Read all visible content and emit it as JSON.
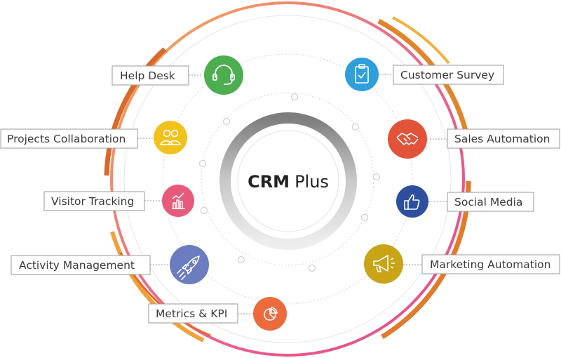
{
  "center": {
    "title_bold": "CRM",
    "title_rest": "Plus"
  },
  "colors": {
    "ring_pink": "#e8609a",
    "ring_orange": "#f2a33a",
    "ring_dark_orange": "#d9692a",
    "dotted": "#cfcfcf",
    "hub_gray": "#9c9c9c",
    "label_border": "#9a9a9a"
  },
  "features": [
    {
      "name": "help-desk",
      "label": "Help Desk",
      "icon": "headset-icon",
      "color": "#4cae4f"
    },
    {
      "name": "customer-survey",
      "label": "Customer Survey",
      "icon": "clipboard-check-icon",
      "color": "#2f9fdc"
    },
    {
      "name": "projects-collaboration",
      "label": "Projects Collaboration",
      "icon": "people-icon",
      "color": "#f1c21b"
    },
    {
      "name": "sales-automation",
      "label": "Sales Automation",
      "icon": "handshake-icon",
      "color": "#e2533a"
    },
    {
      "name": "visitor-tracking",
      "label": "Visitor Tracking",
      "icon": "bar-chart-icon",
      "color": "#e85a7b"
    },
    {
      "name": "social-media",
      "label": "Social Media",
      "icon": "thumbs-up-icon",
      "color": "#2d4f9e"
    },
    {
      "name": "activity-management",
      "label": "Activity Management",
      "icon": "rocket-icon",
      "color": "#6b7cc1"
    },
    {
      "name": "marketing-automation",
      "label": "Marketing Automation",
      "icon": "megaphone-icon",
      "color": "#c8a416"
    },
    {
      "name": "metrics-kpi",
      "label": "Metrics & KPI",
      "icon": "pie-chart-icon",
      "color": "#ec6a3c"
    }
  ]
}
